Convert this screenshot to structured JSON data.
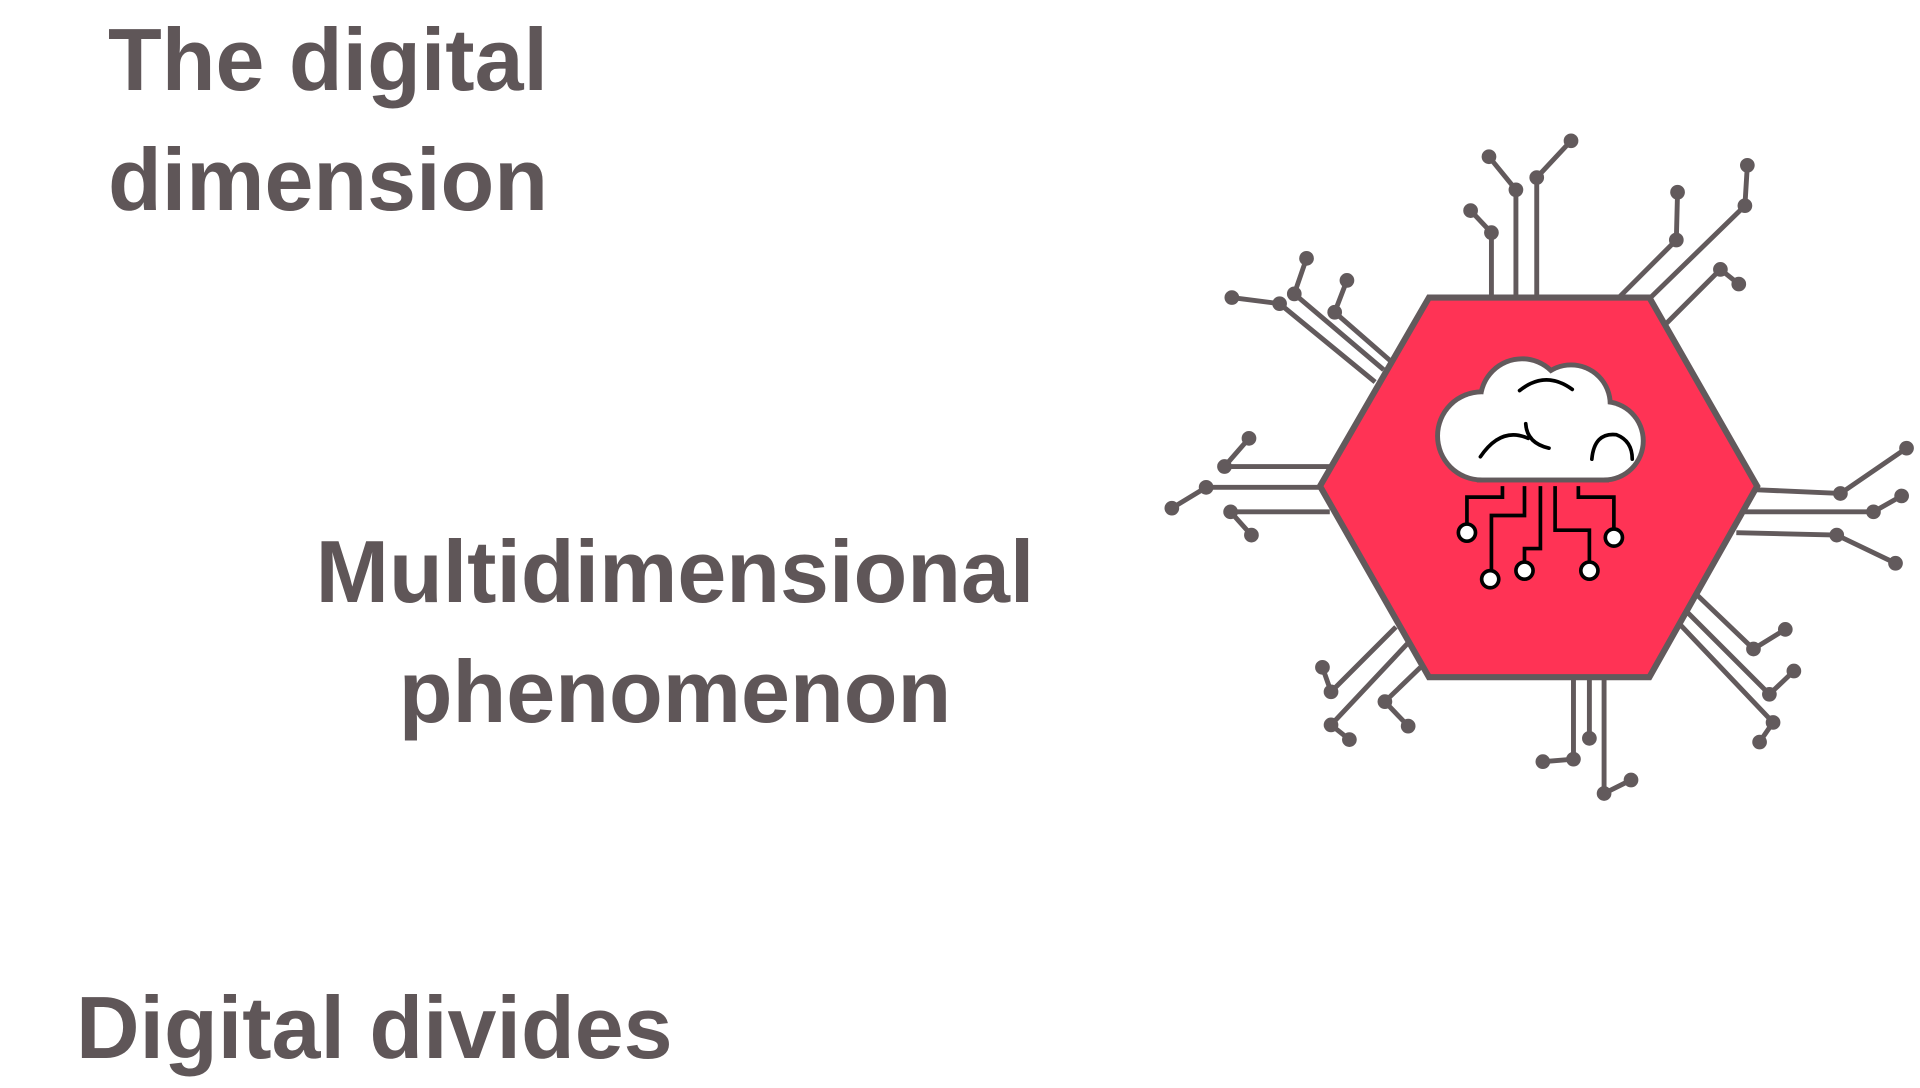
{
  "slide": {
    "heading_top": [
      "The digital",
      "dimension"
    ],
    "heading_middle": [
      "Multidimensional",
      "phenomenon"
    ],
    "heading_bottom": "Digital divides"
  },
  "graphic": {
    "icon": "cloud-brain-circuit-icon",
    "colors": {
      "hexagon_fill": "#ff3355",
      "outline": "#625a5c",
      "text": "#5f5658",
      "circuit": "#000000"
    }
  }
}
